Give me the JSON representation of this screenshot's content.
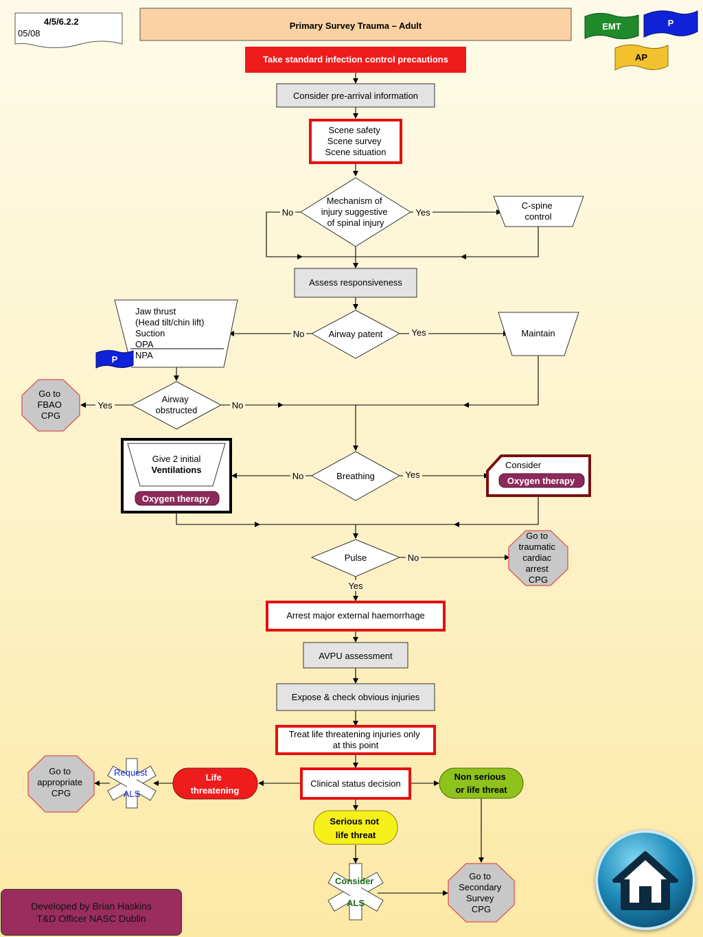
{
  "doc": {
    "ref_code": "4/5/6.2.2",
    "ref_date": "05/08",
    "title": "Primary Survey Trauma – Adult",
    "flags": {
      "emt": "EMT",
      "p": "P",
      "ap": "AP"
    },
    "colors": {
      "emt_flag": "#1f8a2a",
      "p_flag": "#1022d8",
      "ap_flag": "#f2c12e",
      "red_outline": "#e41010",
      "oxygen_pill": "#8e2a5a"
    }
  },
  "nodes": {
    "infection": "Take standard infection control precautions",
    "pre_arrival": "Consider pre-arrival information",
    "scene": [
      "Scene safety",
      "Scene survey",
      "Scene situation"
    ],
    "mechanism": [
      "Mechanism of",
      "injury suggestive",
      "of spinal injury"
    ],
    "cspine": [
      "C-spine",
      "control"
    ],
    "responsiveness": "Assess responsiveness",
    "airway_patent": "Airway patent",
    "airway_maneuvers": [
      "Jaw thrust",
      "(Head tilt/chin lift)",
      "Suction",
      "OPA",
      "NPA"
    ],
    "airway_p_flag": "P",
    "maintain": "Maintain",
    "airway_obstructed": [
      "Airway",
      "obstructed"
    ],
    "fbao": [
      "Go to",
      "FBAO",
      "CPG"
    ],
    "breathing": "Breathing",
    "ventilations": [
      "Give 2 initial",
      "Ventilations"
    ],
    "oxygen_left": "Oxygen therapy",
    "consider_label": "Consider",
    "oxygen_right": "Oxygen therapy",
    "pulse": "Pulse",
    "traumatic_arrest": [
      "Go to",
      "traumatic",
      "cardiac",
      "arrest",
      "CPG"
    ],
    "haemorrhage": "Arrest major external haemorrhage",
    "avpu": "AVPU assessment",
    "expose": "Expose & check obvious injuries",
    "treat": [
      "Treat life threatening injuries only",
      "at this point"
    ],
    "clinical_status": "Clinical status decision",
    "life_threatening": [
      "Life",
      "threatening"
    ],
    "non_serious": [
      "Non serious",
      "or life threat"
    ],
    "serious_not": [
      "Serious not",
      "life threat"
    ],
    "request_als": [
      "Request",
      "ALS"
    ],
    "appropriate_cpg": [
      "Go to",
      "appropriate",
      "CPG"
    ],
    "consider_als": [
      "Consider",
      "ALS"
    ],
    "secondary_survey": [
      "Go to",
      "Secondary",
      "Survey",
      "CPG"
    ]
  },
  "edges": {
    "yes": "Yes",
    "no": "No"
  },
  "footer": {
    "credit_line1": "Developed by Brian Haskins",
    "credit_line2": "T&D Officer NASC Dublin",
    "home_icon": "home-icon"
  }
}
